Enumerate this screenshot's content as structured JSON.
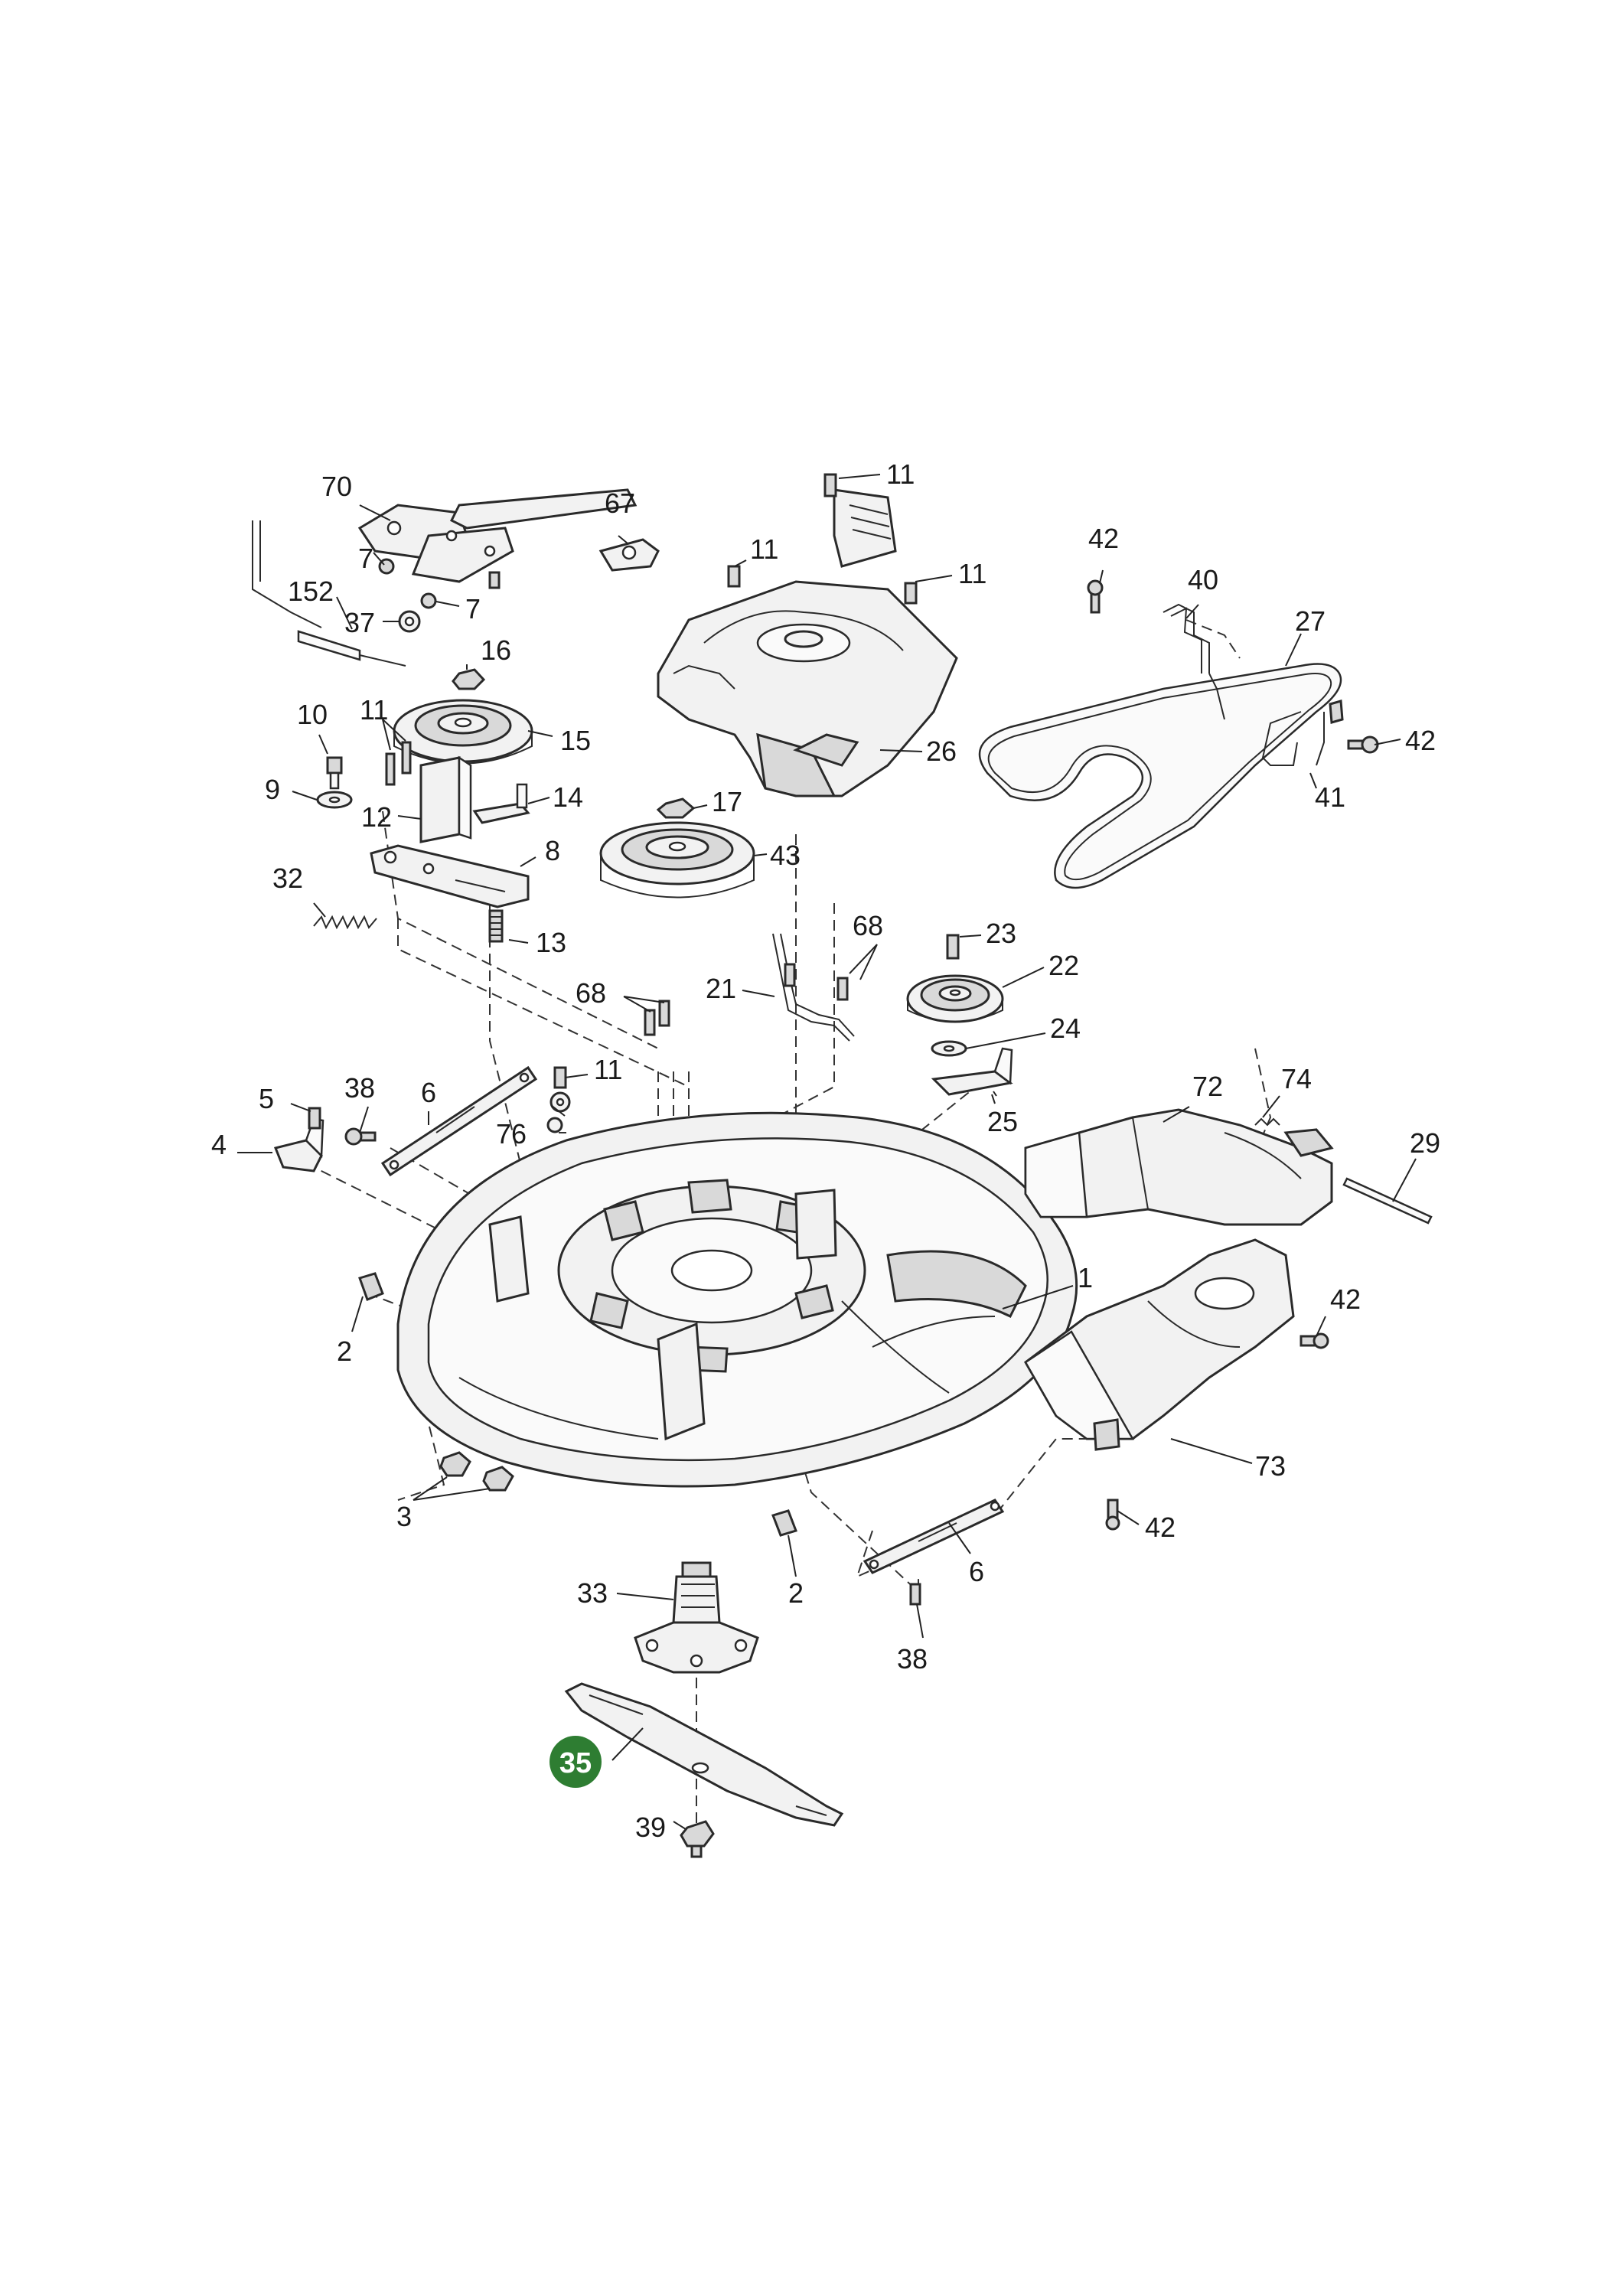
{
  "highlight": {
    "label": "35",
    "color": "#2e7d32"
  },
  "callouts": {
    "c70": "70",
    "c67": "67",
    "c7a": "7",
    "c7b": "7",
    "c152": "152",
    "c37": "37",
    "c16": "16",
    "c10": "10",
    "c11a": "11",
    "c15": "15",
    "c9": "9",
    "c12": "12",
    "c14": "14",
    "c8": "8",
    "c32": "32",
    "c13": "13",
    "c11b": "11",
    "c11c": "11",
    "c11d": "11",
    "c26": "26",
    "c17": "17",
    "c43": "43",
    "c42a": "42",
    "c40": "40",
    "c27": "27",
    "c42b": "42",
    "c41": "41",
    "c68a": "68",
    "c23": "23",
    "c21": "21",
    "c22": "22",
    "c68b": "68",
    "c24": "24",
    "c11e": "11",
    "c5": "5",
    "c38a": "38",
    "c6a": "6",
    "c76": "76",
    "c4": "4",
    "c25": "25",
    "c72": "72",
    "c74": "74",
    "c29": "29",
    "c1": "1",
    "c42c": "42",
    "c2a": "2",
    "c73": "73",
    "c42d": "42",
    "c3": "3",
    "c2b": "2",
    "c6b": "6",
    "c33": "33",
    "c38b": "38",
    "c39": "39"
  }
}
